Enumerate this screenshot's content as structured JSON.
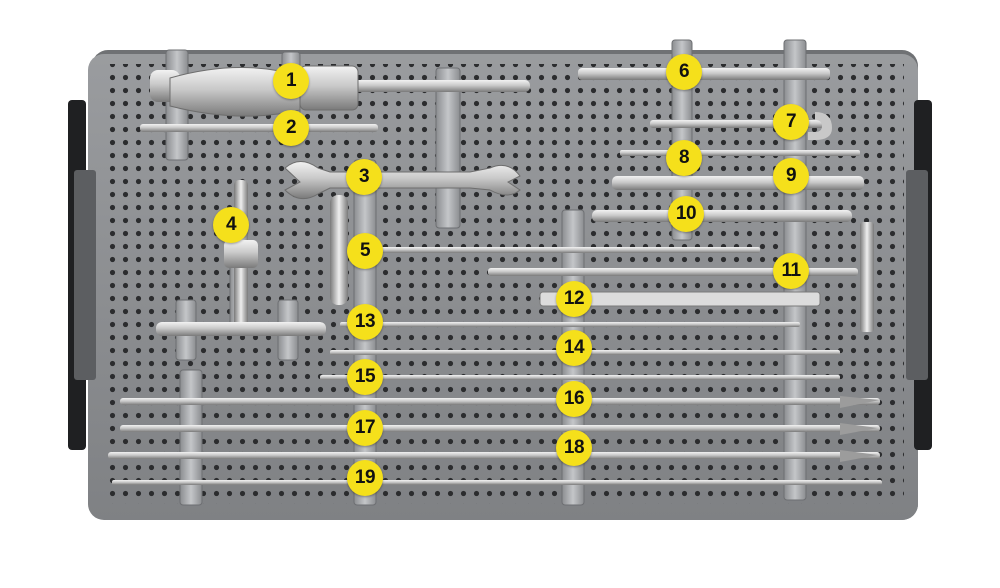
{
  "image": {
    "subject": "surgical instrument tray",
    "tray_color": "#8a8c8f",
    "marker_color": "#f5e01b"
  },
  "markers": [
    {
      "label": "1"
    },
    {
      "label": "2"
    },
    {
      "label": "3"
    },
    {
      "label": "4"
    },
    {
      "label": "5"
    },
    {
      "label": "6"
    },
    {
      "label": "7"
    },
    {
      "label": "8"
    },
    {
      "label": "9"
    },
    {
      "label": "10"
    },
    {
      "label": "11"
    },
    {
      "label": "12"
    },
    {
      "label": "13"
    },
    {
      "label": "14"
    },
    {
      "label": "15"
    },
    {
      "label": "16"
    },
    {
      "label": "17"
    },
    {
      "label": "18"
    },
    {
      "label": "19"
    }
  ]
}
